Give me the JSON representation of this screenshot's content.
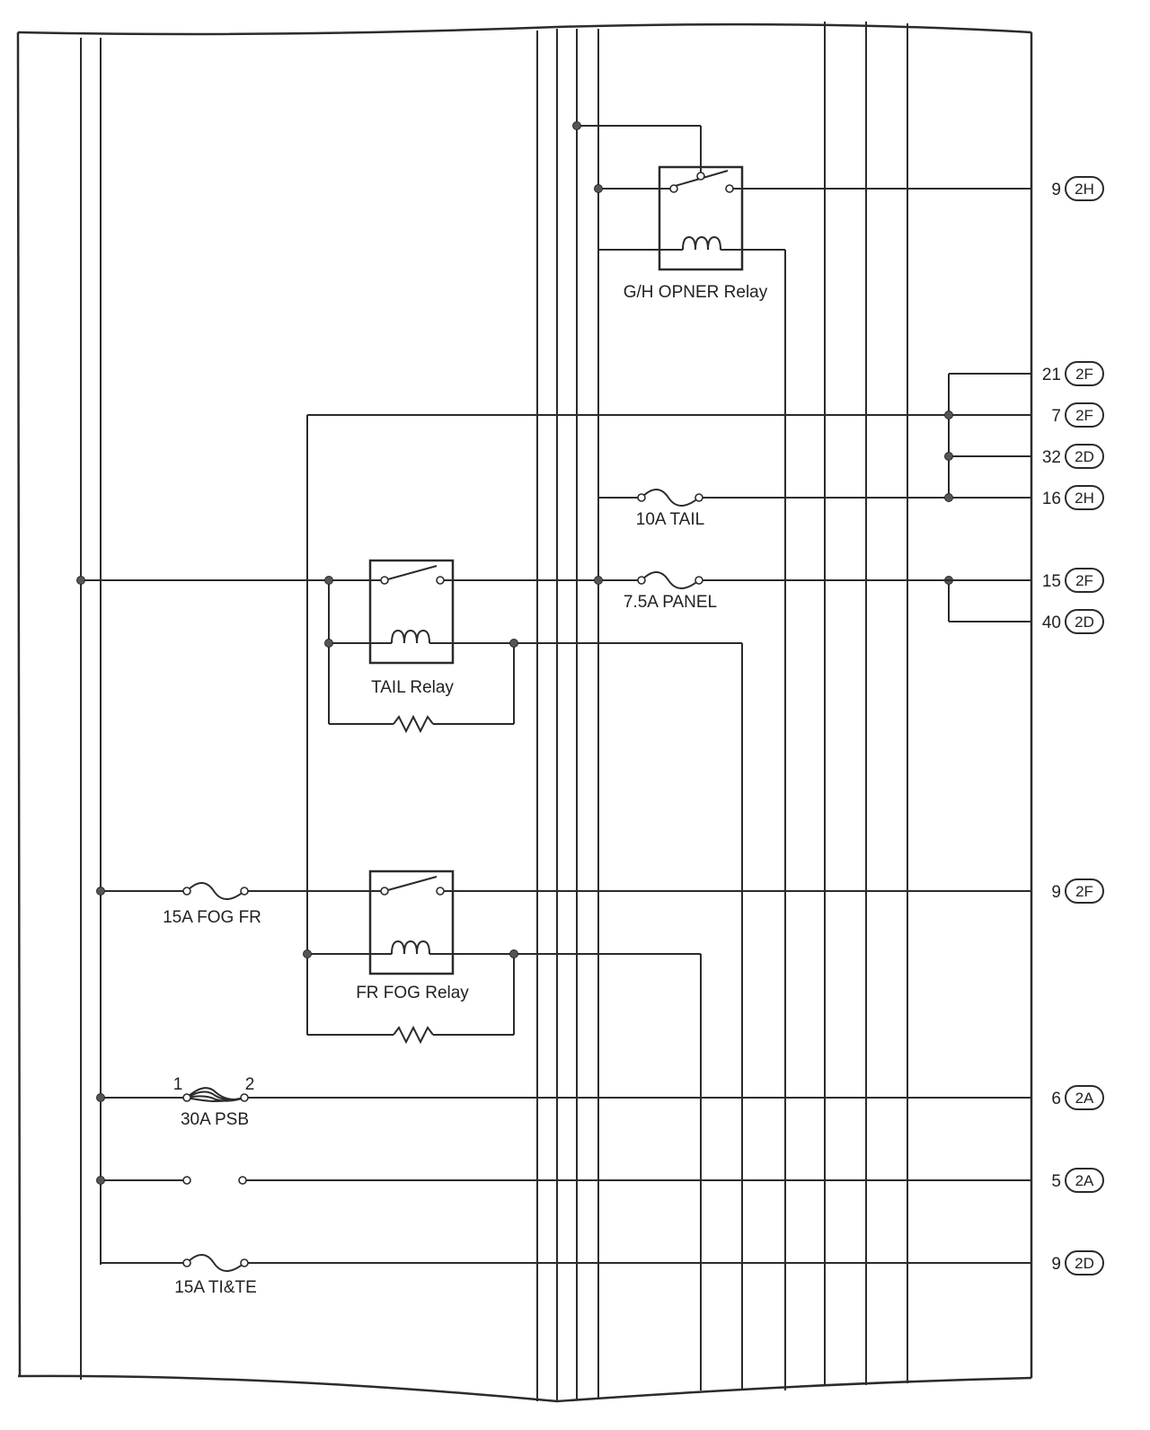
{
  "relays": {
    "gh_opener": "G/H OPNER Relay",
    "tail": "TAIL Relay",
    "fr_fog": "FR FOG Relay"
  },
  "fuses": {
    "tail_10a": "10A TAIL",
    "panel_7_5a": "7.5A PANEL",
    "fog_fr_15a": "15A FOG FR",
    "psb_30a": "30A PSB",
    "psb_pin1": "1",
    "psb_pin2": "2",
    "tite_15a": "15A TI&TE"
  },
  "connectors": [
    {
      "pin": "9",
      "conn": "2H"
    },
    {
      "pin": "21",
      "conn": "2F"
    },
    {
      "pin": "7",
      "conn": "2F"
    },
    {
      "pin": "32",
      "conn": "2D"
    },
    {
      "pin": "16",
      "conn": "2H"
    },
    {
      "pin": "15",
      "conn": "2F"
    },
    {
      "pin": "40",
      "conn": "2D"
    },
    {
      "pin": "9",
      "conn": "2F"
    },
    {
      "pin": "6",
      "conn": "2A"
    },
    {
      "pin": "5",
      "conn": "2A"
    },
    {
      "pin": "9",
      "conn": "2D"
    }
  ]
}
